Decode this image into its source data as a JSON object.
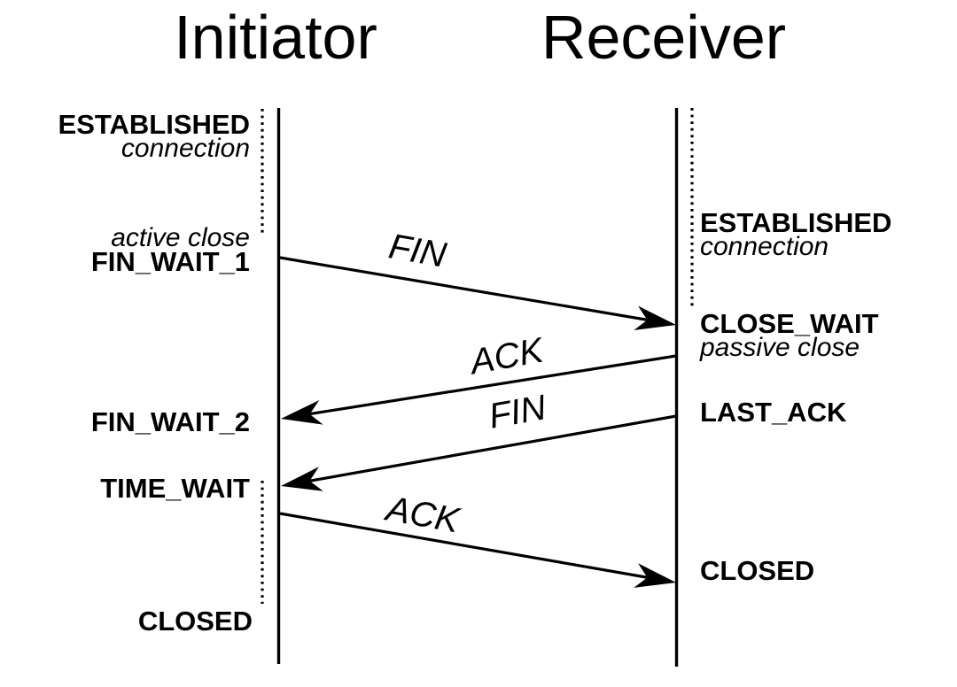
{
  "colors": {
    "stroke": "#000000",
    "background": "#ffffff"
  },
  "diagram": {
    "type": "tcp-connection-termination-sequence",
    "left": {
      "title": "Initiator",
      "established_state": "ESTABLISHED",
      "established_note": "connection",
      "active_close_note": "active close",
      "fin_wait_1_state": "FIN_WAIT_1",
      "fin_wait_2_state": "FIN_WAIT_2",
      "time_wait_state": "TIME_WAIT",
      "closed_state": "CLOSED"
    },
    "right": {
      "title": "Receiver",
      "established_state": "ESTABLISHED",
      "established_note": "connection",
      "close_wait_state": "CLOSE_WAIT",
      "passive_close_note": "passive close",
      "last_ack_state": "LAST_ACK",
      "closed_state": "CLOSED"
    },
    "messages": [
      {
        "label": "FIN",
        "from": "Initiator",
        "to": "Receiver"
      },
      {
        "label": "ACK",
        "from": "Receiver",
        "to": "Initiator"
      },
      {
        "label": "FIN",
        "from": "Receiver",
        "to": "Initiator"
      },
      {
        "label": "ACK",
        "from": "Initiator",
        "to": "Receiver"
      }
    ]
  }
}
